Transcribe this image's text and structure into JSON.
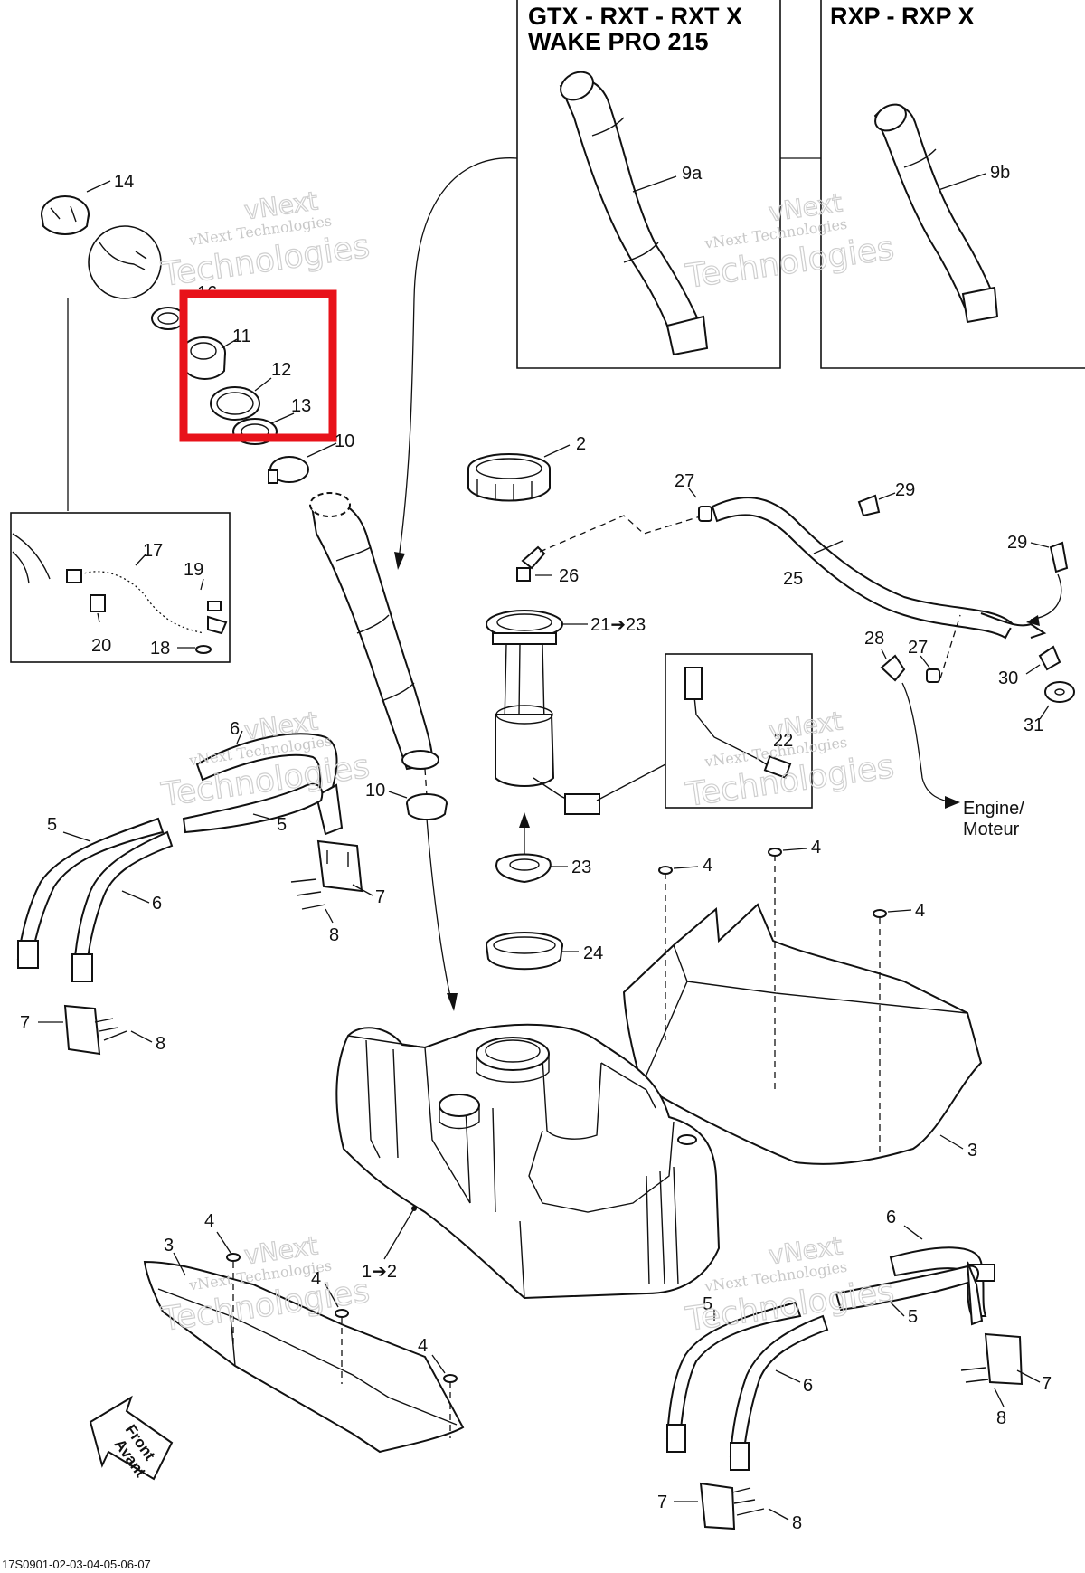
{
  "headers": {
    "variant_left_line1": "GTX - RXT - RXT X",
    "variant_left_line2": "WAKE PRO 215",
    "variant_right": "RXP - RXP X"
  },
  "labels": {
    "p14": "14",
    "p16": "16",
    "p11": "11",
    "p12": "12",
    "p13": "13",
    "p10a": "10",
    "p9a": "9a",
    "p9b": "9b",
    "p2": "2",
    "p26": "26",
    "p21_23": "21➔23",
    "p22": "22",
    "p23": "23",
    "p24": "24",
    "p27a": "27",
    "p29a": "29",
    "p25": "25",
    "p29b": "29",
    "p28": "28",
    "p27b": "27",
    "p30": "30",
    "p31": "31",
    "p17": "17",
    "p19": "19",
    "p20": "20",
    "p18": "18",
    "p6a": "6",
    "p5a": "5",
    "p5b": "5",
    "p6b": "6",
    "p7a": "7",
    "p8a": "8",
    "p7b": "7",
    "p8b": "8",
    "p10b": "10",
    "p4a": "4",
    "p4b": "4",
    "p4c": "4",
    "p3a": "3",
    "p1_2": "1➔2",
    "p4d": "4",
    "p3b": "3",
    "p4e": "4",
    "p4f": "4",
    "p6c": "6",
    "p5c": "5",
    "p5d": "5",
    "p6d": "6",
    "p7c": "7",
    "p8c": "8",
    "p7d": "7",
    "p8d": "8"
  },
  "engine_line1": "Engine/",
  "engine_line2": "Moteur",
  "front_line1": "Front",
  "front_line2": "Avant",
  "footer_code": "17S0901-02-03-04-05-06-07",
  "watermark": {
    "line1": "vNext",
    "line2": "vNext Technologies",
    "line3": "Technologies"
  },
  "colors": {
    "highlight": "#e8121a",
    "ink": "#111111"
  }
}
